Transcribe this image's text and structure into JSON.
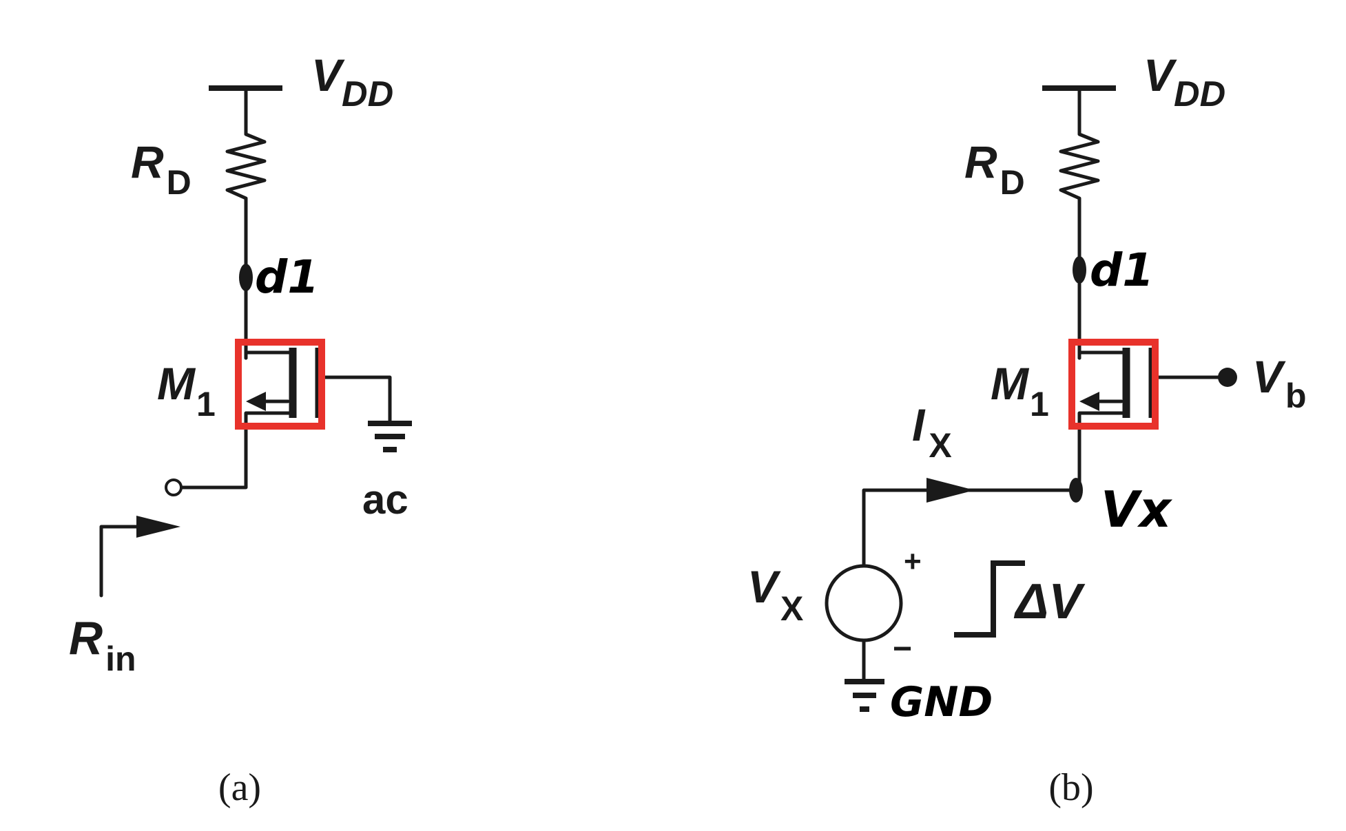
{
  "circuit_a": {
    "supply_label": "V",
    "supply_sub": "DD",
    "resistor_label": "R",
    "resistor_sub": "D",
    "node_label": "d1",
    "transistor_label": "M",
    "transistor_sub": "1",
    "gate_ground_label": "ac",
    "input_resistance_label": "R",
    "input_resistance_sub": "in",
    "caption": "(a)"
  },
  "circuit_b": {
    "supply_label": "V",
    "supply_sub": "DD",
    "resistor_label": "R",
    "resistor_sub": "D",
    "node_label": "d1",
    "transistor_label": "M",
    "transistor_sub": "1",
    "gate_bias_label": "V",
    "gate_bias_sub": "b",
    "current_label": "I",
    "current_sub": "X",
    "source_node_label": "Vx",
    "source_label": "V",
    "source_sub": "X",
    "plus_sign": "+",
    "minus_sign": "−",
    "step_label": "ΔV",
    "ground_label": "GND",
    "caption": "(b)"
  },
  "colors": {
    "wire": "#1a1a1a",
    "highlight": "#e8322b",
    "background": "#ffffff"
  }
}
